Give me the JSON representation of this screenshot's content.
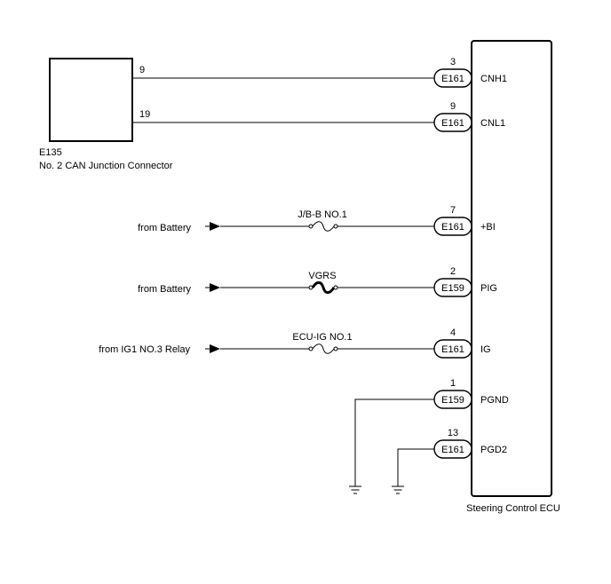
{
  "junction": {
    "code": "E135",
    "name": "No. 2 CAN Junction Connector",
    "pins": [
      "9",
      "19"
    ]
  },
  "ecu": {
    "name": "Steering Control ECU"
  },
  "connections": [
    {
      "pin": "3",
      "connector": "E161",
      "signal": "CNH1"
    },
    {
      "pin": "9",
      "connector": "E161",
      "signal": "CNL1"
    },
    {
      "pin": "7",
      "connector": "E161",
      "signal": "+BI",
      "source": "from Battery",
      "fuse": "J/B-B NO.1"
    },
    {
      "pin": "2",
      "connector": "E159",
      "signal": "PIG",
      "source": "from Battery",
      "fuse": "VGRS"
    },
    {
      "pin": "4",
      "connector": "E161",
      "signal": "IG",
      "source": "from IG1 NO.3 Relay",
      "fuse": "ECU-IG NO.1"
    },
    {
      "pin": "1",
      "connector": "E159",
      "signal": "PGND"
    },
    {
      "pin": "13",
      "connector": "E161",
      "signal": "PGD2"
    }
  ]
}
